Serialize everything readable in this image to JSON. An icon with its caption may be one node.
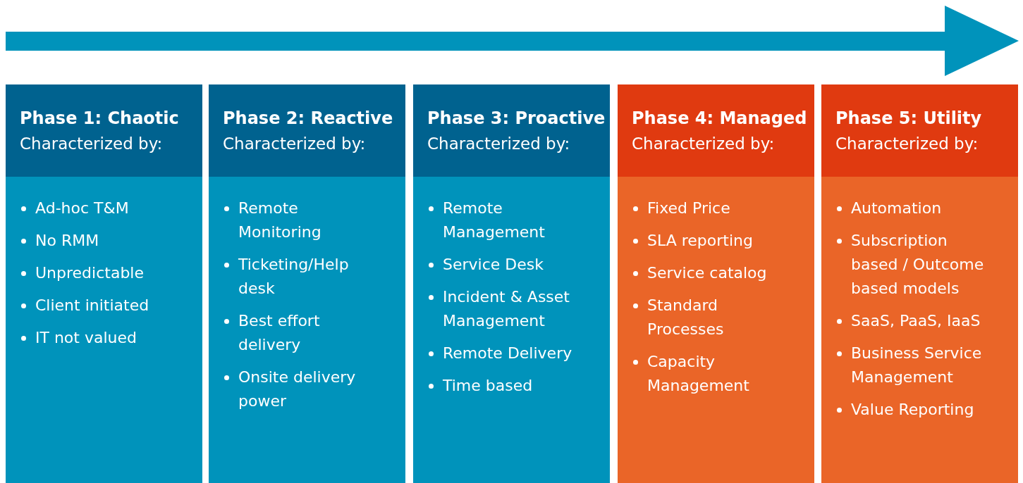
{
  "diagram": {
    "nodes": [
      {
        "text": [
          "Phase 1: Chaotic",
          "Characterized by:"
        ]
      },
      {
        "text": [
          "Ad-hoc T&M",
          "No RMM",
          "Unpredictable",
          "Client initiated",
          "IT not valued"
        ]
      },
      {
        "text": [
          "Phase 2: Reactive",
          "Characterized by:"
        ]
      },
      {
        "text": [
          "Remote Monitoring",
          "Ticketing/Help desk",
          "Best effort delivery",
          "Onsite delivery power"
        ]
      },
      {
        "text": [
          "Phase 3: Proactive",
          "Characterized by:"
        ]
      },
      {
        "text": [
          "Remote Management",
          "Service Desk",
          "Incident & Asset Management",
          "Remote Delivery",
          "Time based"
        ]
      },
      {
        "text": [
          "Phase 4: Managed",
          "Characterized by:"
        ]
      },
      {
        "text": [
          "Fixed Price",
          "SLA reporting",
          "Service catalog",
          "Standard Processes",
          "Capacity Management"
        ]
      },
      {
        "text": [
          "Phase 5: Utility",
          "Characterized by:"
        ]
      },
      {
        "text": [
          "Automation",
          "Subscription based / Outcome based models",
          "SaaS, PaaS, IaaS",
          "Business Service Management",
          "Value Reporting"
        ]
      }
    ]
  }
}
